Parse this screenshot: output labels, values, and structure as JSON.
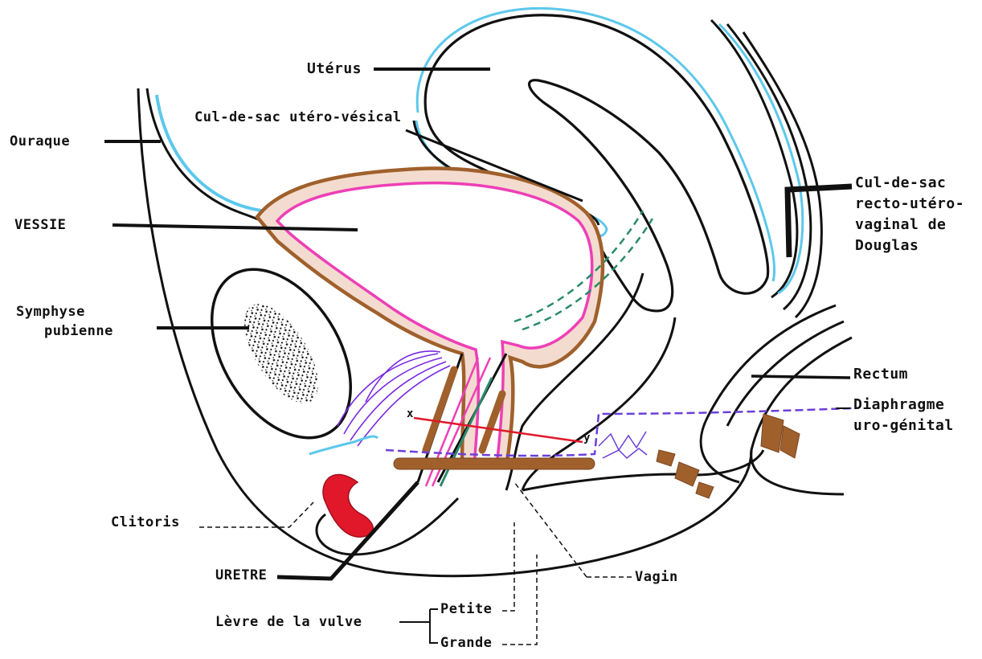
{
  "colors": {
    "ink": "#111111",
    "peritoneum": "#5cc8ec",
    "bladder_wall": "#ee3fb6",
    "muscle": "#a0602c",
    "muscle_fill": "#f3dccf",
    "nerve": "#7a2be0",
    "vessel": "#2a8a6c",
    "urethra_red": "#e0182a",
    "diaphragm": "#6b3fd9"
  },
  "labels": {
    "uterus": "Utérus",
    "utero_vesical_pouch": "Cul-de-sac utéro-vésical",
    "urachus": "Ouraque",
    "bladder": "VESSIE",
    "symphysis_line1": "Symphyse",
    "symphysis_line2": "pubienne",
    "douglas_line1": "Cul-de-sac",
    "douglas_line2": "recto-utéro-",
    "douglas_line3": "vaginal de",
    "douglas_line4": "Douglas",
    "rectum": "Rectum",
    "diaphragm_line1": "Diaphragme",
    "diaphragm_line2": "uro-génital",
    "clitoris": "Clitoris",
    "urethra": "URETRE",
    "vagina": "Vagin",
    "vulva_lip": "Lèvre de la vulve",
    "lip_small": "Petite",
    "lip_large": "Grande",
    "mark_x": "x",
    "mark_y": "y"
  }
}
